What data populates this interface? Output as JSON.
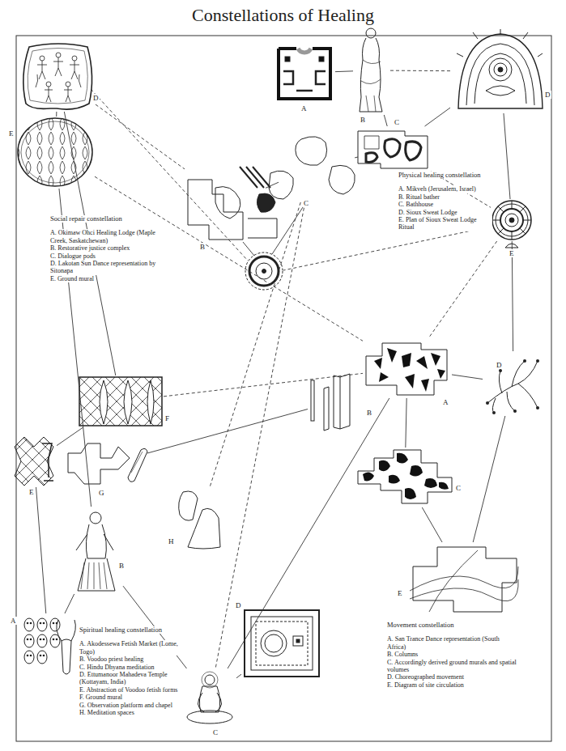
{
  "diagram": {
    "title": "Constellations of Healing",
    "nodes": [
      {
        "text": [
          "D"
        ]
      },
      {
        "text": [
          "A"
        ]
      },
      {
        "text": [
          "B"
        ]
      },
      {
        "text": [
          "D"
        ]
      },
      {
        "text": [
          "E"
        ]
      },
      {
        "text": [
          "C"
        ]
      },
      {
        "text": [
          "C"
        ]
      },
      {
        "text": [
          "B"
        ]
      },
      {
        "text": [
          "E"
        ]
      },
      {
        "text": [
          "F"
        ]
      },
      {
        "text": [
          "A"
        ]
      },
      {
        "text": [
          "D"
        ]
      },
      {
        "text": [
          "B"
        ]
      },
      {
        "text": [
          "E"
        ]
      },
      {
        "text": [
          "G"
        ]
      },
      {
        "text": [
          "C"
        ]
      },
      {
        "text": [
          "B"
        ]
      },
      {
        "text": [
          "H"
        ]
      },
      {
        "text": [
          "D"
        ]
      },
      {
        "text": [
          "E"
        ]
      },
      {
        "text": [
          "A"
        ]
      },
      {
        "text": [
          "C"
        ]
      }
    ],
    "edges": [
      {
        "from": 0,
        "to": 4,
        "arrow": "none"
      },
      {
        "from": 0,
        "to": 7,
        "arrow": "none"
      },
      {
        "from": 0,
        "to": 9,
        "arrow": "none"
      },
      {
        "from": 4,
        "to": 10,
        "arrow": "none"
      },
      {
        "from": 4,
        "to": 16,
        "arrow": "none"
      },
      {
        "from": 7,
        "to": 5,
        "arrow": "none"
      },
      {
        "from": 5,
        "to": 6,
        "arrow": "none"
      },
      {
        "from": 5,
        "to": 17,
        "arrow": "none"
      },
      {
        "from": 5,
        "to": 21,
        "arrow": "none"
      },
      {
        "from": 1,
        "to": 2,
        "arrow": "none"
      },
      {
        "from": 2,
        "to": 6,
        "arrow": "none"
      },
      {
        "from": 2,
        "to": 3,
        "arrow": "none"
      },
      {
        "from": 3,
        "to": 6,
        "arrow": "none"
      },
      {
        "from": 3,
        "to": 8,
        "arrow": "none"
      },
      {
        "from": 6,
        "to": 8,
        "arrow": "none"
      },
      {
        "from": 8,
        "to": 10,
        "arrow": "none"
      },
      {
        "from": 8,
        "to": 11,
        "arrow": "none"
      },
      {
        "from": 9,
        "to": 10,
        "arrow": "none"
      },
      {
        "from": 9,
        "to": 13,
        "arrow": "none"
      },
      {
        "from": 13,
        "to": 20,
        "arrow": "none"
      },
      {
        "from": 14,
        "to": 12,
        "arrow": "none"
      },
      {
        "from": 16,
        "to": 20,
        "arrow": "none"
      },
      {
        "from": 16,
        "to": 21,
        "arrow": "none"
      },
      {
        "from": 21,
        "to": 18,
        "arrow": "none"
      },
      {
        "from": 21,
        "to": 10,
        "arrow": "none"
      },
      {
        "from": 10,
        "to": 11,
        "arrow": "none"
      },
      {
        "from": 10,
        "to": 15,
        "arrow": "none"
      },
      {
        "from": 15,
        "to": 19,
        "arrow": "none"
      },
      {
        "from": 11,
        "to": 19,
        "arrow": "none"
      }
    ],
    "labels": [
      "Social repair constellation",
      "A. Okimaw Ohci Healing Lodge (Maple Creek, Saskatchewan)",
      "B. Restorative justice complex",
      "C. Dialogue pods",
      "D. Lakotan Sun Dance representation by Sitonapa",
      "E. Ground mural",
      "Physical healing constellation",
      "A. Mikveh (Jerusalem, Israel)",
      "B. Ritual bather",
      "C. Bathhouse",
      "D. Sioux Sweat Lodge",
      "E. Plan of Sioux Sweat Lodge Ritual",
      "Spiritual healing constellation",
      "A. Akodessewa Fetish Market (Lome, Togo)",
      "B. Voodoo priest healing",
      "C. Hindu Dhyana meditation",
      "D. Ettumanoor Mahadeva Temple (Kottayam, India)",
      "E. Abstraction of Voodoo fetish forms",
      "F. Ground mural",
      "G. Observation platform and chapel",
      "H. Meditation spaces",
      "Movement constellation",
      "A. San Trance Dance representation (South Africa)",
      "B. Columns",
      "C. Accordingly derived ground murals and spatial volumes",
      "D. Choreographed movement",
      "E. Diagram of site circulation"
    ]
  }
}
